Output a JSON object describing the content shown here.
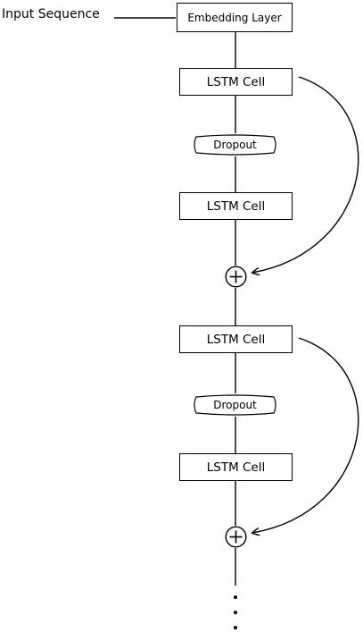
{
  "input": {
    "label": "Input Sequence"
  },
  "embedding": {
    "label": "Embedding Layer"
  },
  "blocks": [
    {
      "lstm_top": "LSTM Cell",
      "dropout": "Dropout",
      "lstm_bottom": "LSTM Cell",
      "merge": "add"
    },
    {
      "lstm_top": "LSTM Cell",
      "dropout": "Dropout",
      "lstm_bottom": "LSTM Cell",
      "merge": "add"
    }
  ],
  "continuation": "ellipsis"
}
